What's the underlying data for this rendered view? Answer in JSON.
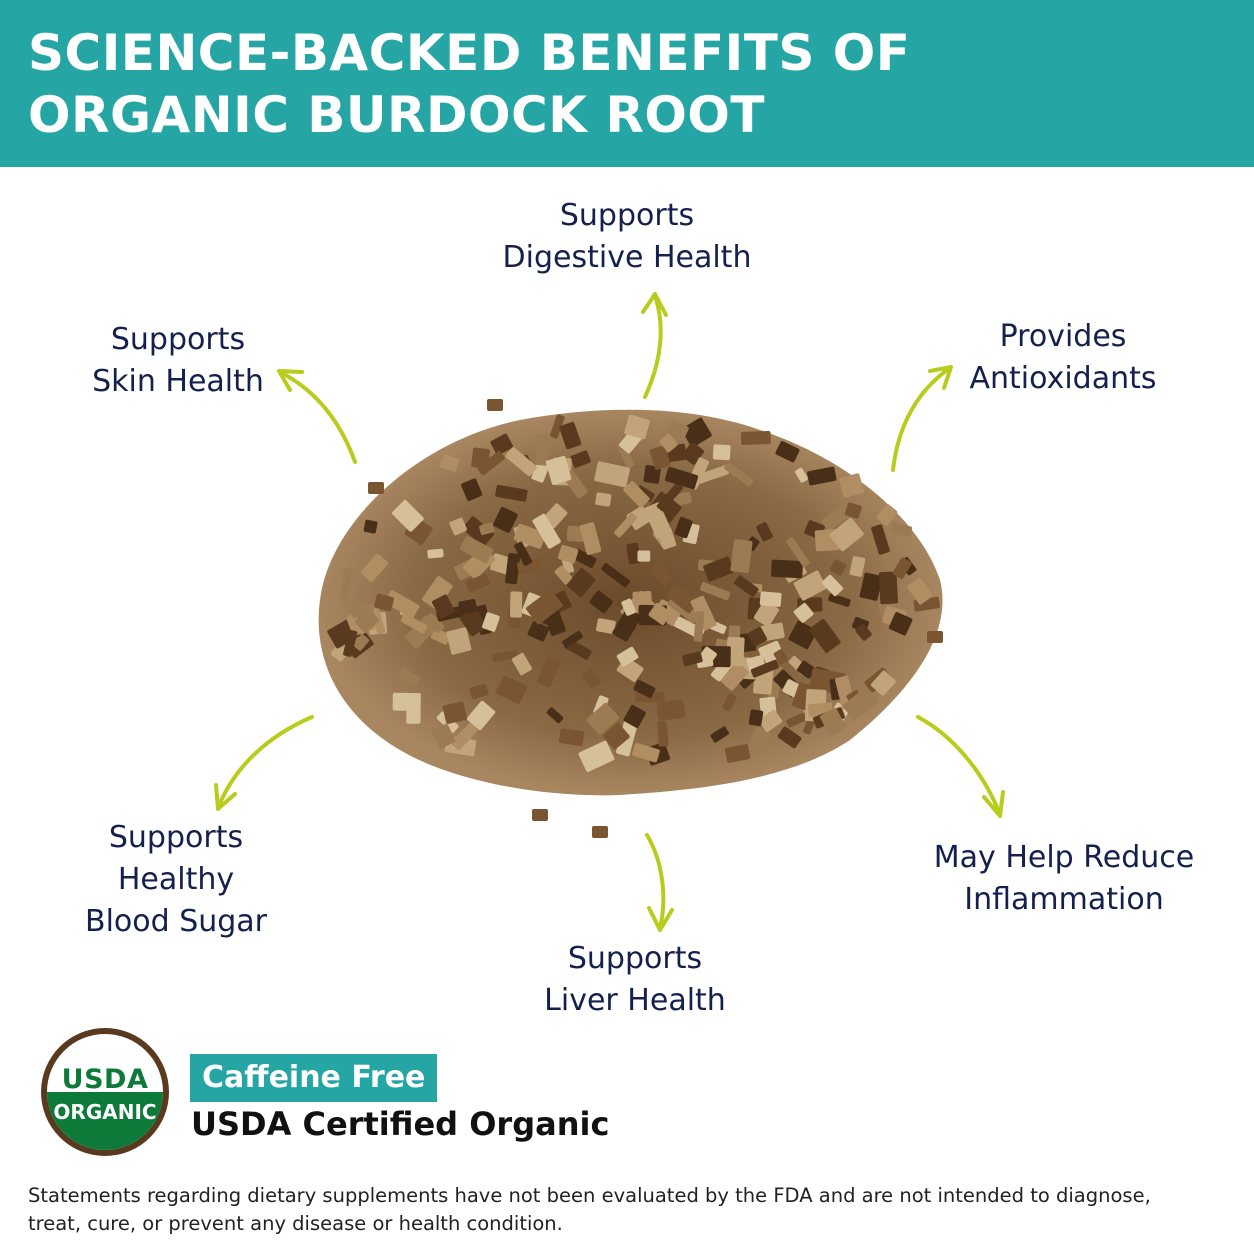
{
  "header": {
    "title_line1": "SCIENCE-BACKED BENEFITS OF",
    "title_line2": "ORGANIC BURDOCK ROOT",
    "background_color": "#25a6a5"
  },
  "benefits": {
    "digestive": {
      "line1": "Supports",
      "line2": "Digestive Health"
    },
    "skin": {
      "line1": "Supports",
      "line2": "Skin Health"
    },
    "antioxidants": {
      "line1": "Provides",
      "line2": "Antioxidants"
    },
    "blood_sugar": {
      "line1": "Supports",
      "line2": "Healthy",
      "line3": "Blood Sugar"
    },
    "inflammation": {
      "line1": "May Help Reduce",
      "line2": "Inflammation"
    },
    "liver": {
      "line1": "Supports",
      "line2": "Liver Health"
    }
  },
  "arrow_color": "#b8cc1e",
  "text_color": "#14204d",
  "seal": {
    "top_text": "USDA",
    "bottom_text": "ORGANIC"
  },
  "badges": {
    "caffeine_free": "Caffeine Free",
    "certified": "USDA Certified Organic"
  },
  "disclaimer": {
    "line1": "Statements regarding dietary supplements have not been evaluated by the FDA and are not intended to diagnose,",
    "line2": "treat, cure, or prevent any disease or health condition."
  }
}
